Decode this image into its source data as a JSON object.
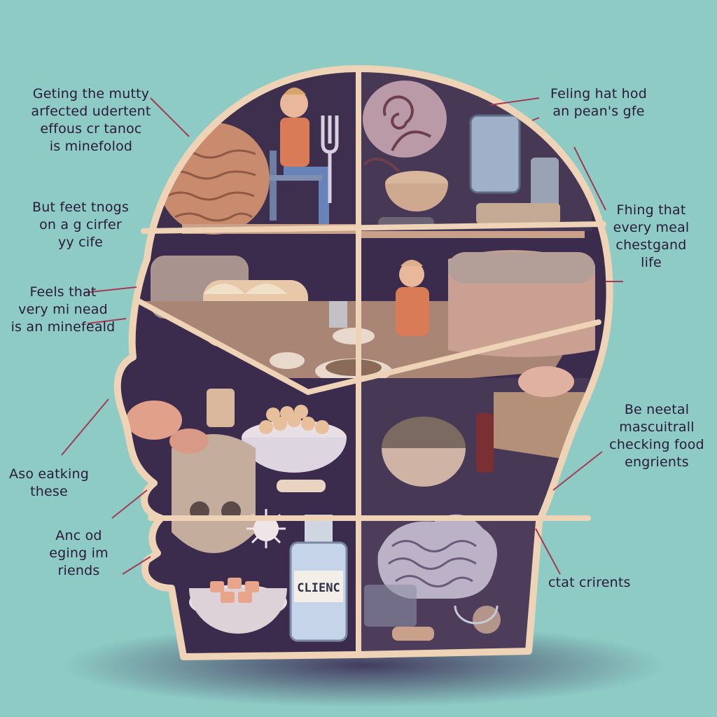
{
  "colors": {
    "background": "#8dcbc4",
    "head_outline": "#efd3b6",
    "dark_interior": "#3a2c4a",
    "shelf": "#c9a089",
    "leader_line": "#a43a55",
    "text": "#2a1a3a"
  },
  "annotations": [
    {
      "id": "top-left",
      "text": "Geting the mutty\narfected udertent\neffous cr tanoc\nis minefolod"
    },
    {
      "id": "left-2",
      "text": "But feet tnogs\non a g cirfer\nyy cife"
    },
    {
      "id": "left-3",
      "text": "Feels that\nvery mi nead\nis an minefeald"
    },
    {
      "id": "left-4",
      "text": "Aso eatking\nthese"
    },
    {
      "id": "left-5",
      "text": "Anc od\neging im\nriends"
    },
    {
      "id": "top-right",
      "text": "Feling hat hod\nan pean's gfe"
    },
    {
      "id": "right-2",
      "text": "Fhing that\nevery meal\nchestgand\nlife"
    },
    {
      "id": "right-3",
      "text": "Be neetal\nmascuitrall\nchecking food\nengrients"
    },
    {
      "id": "right-4",
      "text": "ctat crirents"
    }
  ],
  "bottle_label": "CLIENC",
  "icons": [
    "head-silhouette",
    "brain",
    "skull",
    "bread-loaf",
    "fork",
    "bottle",
    "bowl",
    "person-sitting",
    "person-worried",
    "virus"
  ]
}
